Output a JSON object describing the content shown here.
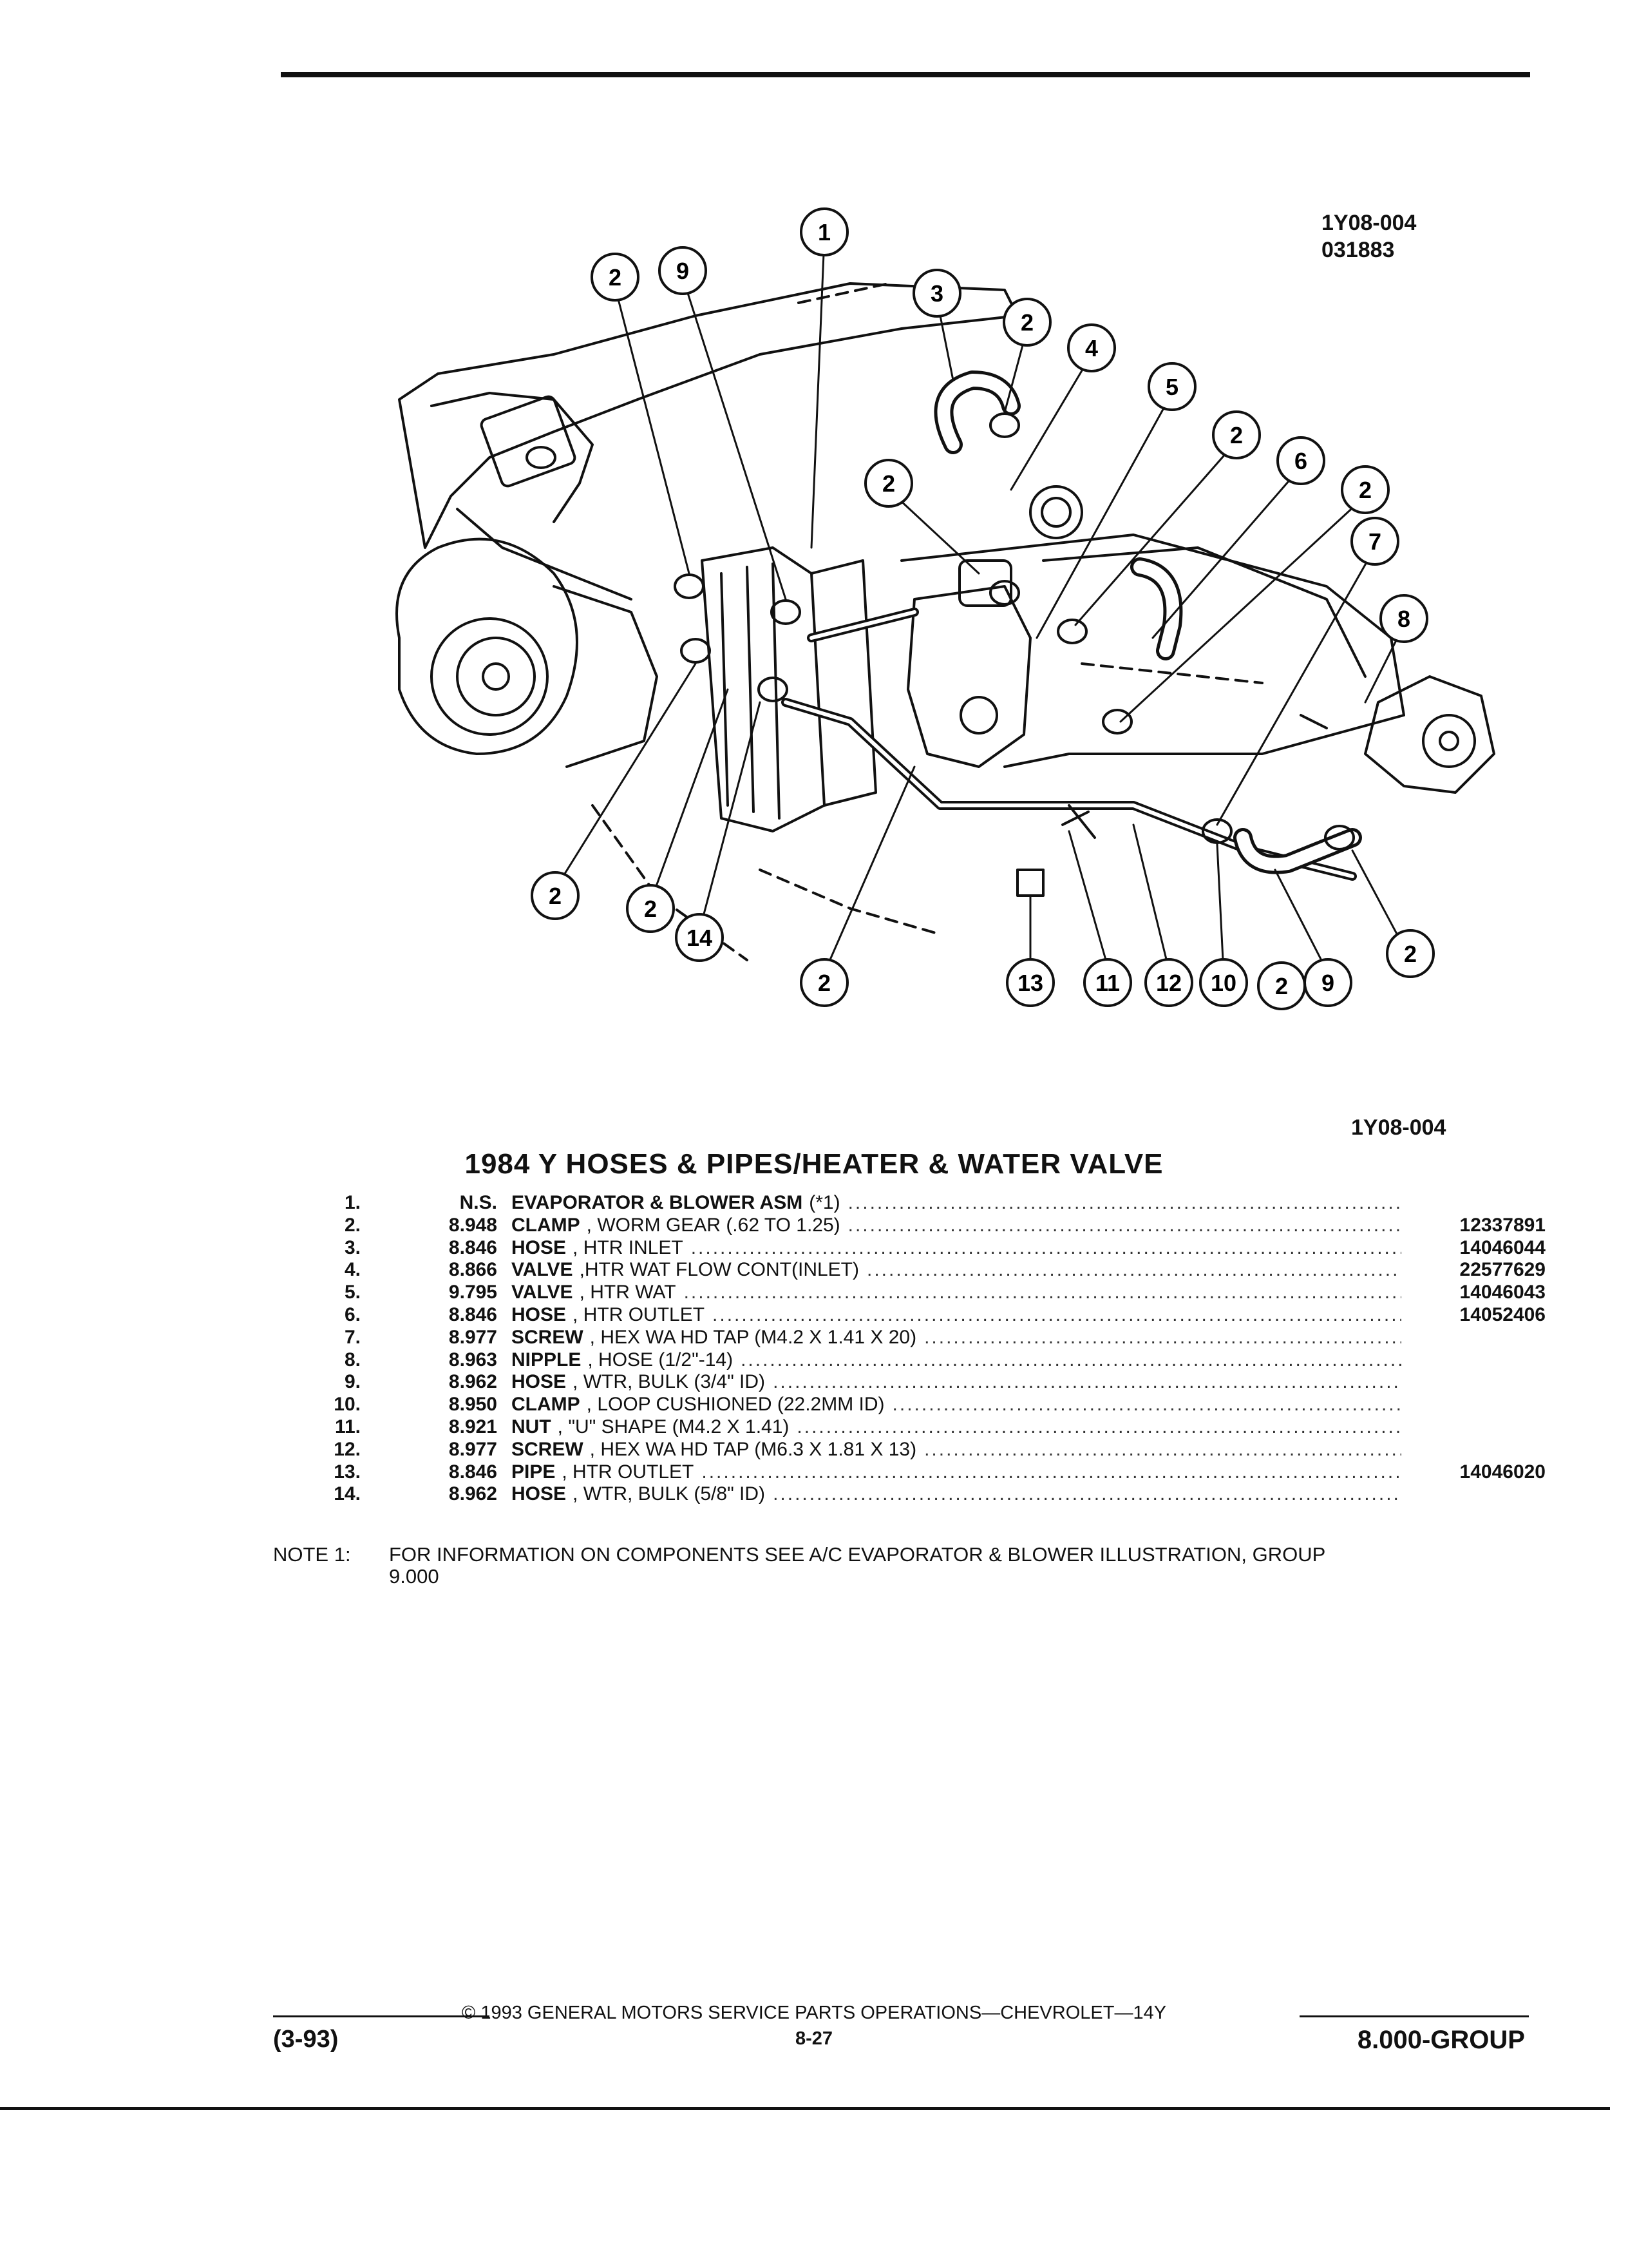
{
  "figure": {
    "code": "1Y08-004",
    "date_code": "031883",
    "bottom_code": "1Y08-004",
    "callouts": [
      "1",
      "2",
      "9",
      "3",
      "2",
      "4",
      "5",
      "2",
      "6",
      "2",
      "7",
      "8",
      "2",
      "2",
      "2",
      "14",
      "2",
      "13",
      "11",
      "12",
      "10",
      "2",
      "9",
      "2"
    ]
  },
  "title": "1984 Y HOSES & PIPES/HEATER & WATER VALVE",
  "parts": [
    {
      "num": "1.",
      "group": "N.S.",
      "name": "EVAPORATOR & BLOWER ASM",
      "detail": "(*1)",
      "part_no": ""
    },
    {
      "num": "2.",
      "group": "8.948",
      "name": "CLAMP",
      "detail": ", WORM GEAR (.62 TO 1.25)",
      "part_no": "12337891"
    },
    {
      "num": "3.",
      "group": "8.846",
      "name": "HOSE",
      "detail": ", HTR INLET",
      "part_no": "14046044"
    },
    {
      "num": "4.",
      "group": "8.866",
      "name": "VALVE",
      "detail": ",HTR WAT FLOW CONT(INLET)",
      "part_no": "22577629"
    },
    {
      "num": "5.",
      "group": "9.795",
      "name": "VALVE",
      "detail": ", HTR WAT",
      "part_no": "14046043"
    },
    {
      "num": "6.",
      "group": "8.846",
      "name": "HOSE",
      "detail": ", HTR OUTLET",
      "part_no": "14052406"
    },
    {
      "num": "7.",
      "group": "8.977",
      "name": "SCREW",
      "detail": ", HEX WA HD TAP (M4.2 X 1.41 X 20)",
      "part_no": ""
    },
    {
      "num": "8.",
      "group": "8.963",
      "name": "NIPPLE",
      "detail": ", HOSE (1/2\"-14)",
      "part_no": ""
    },
    {
      "num": "9.",
      "group": "8.962",
      "name": "HOSE",
      "detail": ", WTR, BULK (3/4\" ID)",
      "part_no": ""
    },
    {
      "num": "10.",
      "group": "8.950",
      "name": "CLAMP",
      "detail": ", LOOP CUSHIONED (22.2MM ID)",
      "part_no": ""
    },
    {
      "num": "11.",
      "group": "8.921",
      "name": "NUT",
      "detail": ", \"U\" SHAPE (M4.2 X 1.41)",
      "part_no": ""
    },
    {
      "num": "12.",
      "group": "8.977",
      "name": "SCREW",
      "detail": ", HEX WA HD TAP (M6.3 X 1.81 X 13)",
      "part_no": ""
    },
    {
      "num": "13.",
      "group": "8.846",
      "name": "PIPE",
      "detail": ", HTR OUTLET",
      "part_no": "14046020"
    },
    {
      "num": "14.",
      "group": "8.962",
      "name": "HOSE",
      "detail": ", WTR, BULK (5/8\" ID)",
      "part_no": ""
    }
  ],
  "note": {
    "label": "NOTE 1:",
    "line1": "FOR INFORMATION ON COMPONENTS SEE A/C EVAPORATOR & BLOWER ILLUSTRATION, GROUP",
    "line2": "9.000"
  },
  "footer": {
    "copyright": "© 1993 GENERAL MOTORS SERVICE PARTS OPERATIONS—CHEVROLET—14Y",
    "page": "8-27",
    "date": "(3-93)",
    "group": "8.000-GROUP"
  }
}
